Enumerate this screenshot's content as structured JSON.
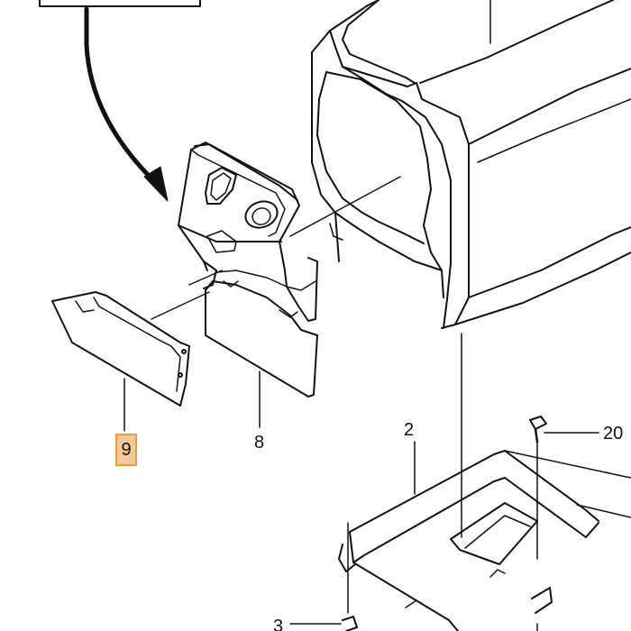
{
  "diagram": {
    "part_labels": [
      {
        "id": "9",
        "text": "9",
        "highlighted": true
      },
      {
        "id": "8",
        "text": "8",
        "highlighted": false
      },
      {
        "id": "2",
        "text": "2",
        "highlighted": false
      },
      {
        "id": "20",
        "text": "20",
        "highlighted": false
      },
      {
        "id": "3",
        "text": "3",
        "highlighted": false
      }
    ],
    "colors": {
      "line": "#111111",
      "highlight_fill": "#f7c99a",
      "highlight_border": "#ef9a3d",
      "background": "#ffffff"
    }
  }
}
